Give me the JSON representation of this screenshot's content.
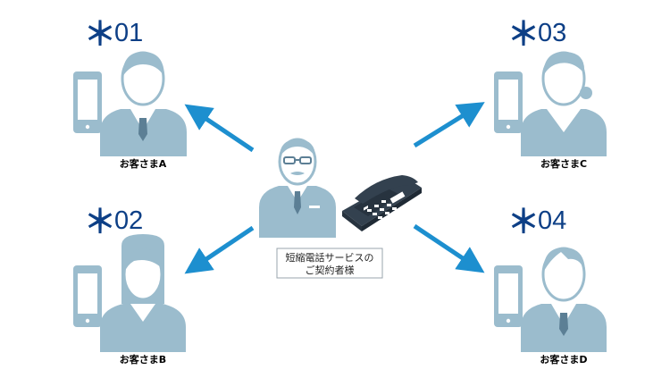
{
  "customers": [
    {
      "code": "01",
      "label": "お客さまA"
    },
    {
      "code": "02",
      "label": "お客さまB"
    },
    {
      "code": "03",
      "label": "お客さまC"
    },
    {
      "code": "04",
      "label": "お客さまD"
    }
  ],
  "code_prefix": "＊",
  "center": {
    "label_line1": "短縮電話サービスの",
    "label_line2": "ご契約者様"
  },
  "colors": {
    "figure": "#9bbccd",
    "arrow": "#1d8fcf",
    "code": "#0d3f86",
    "phone": "#33414f"
  }
}
